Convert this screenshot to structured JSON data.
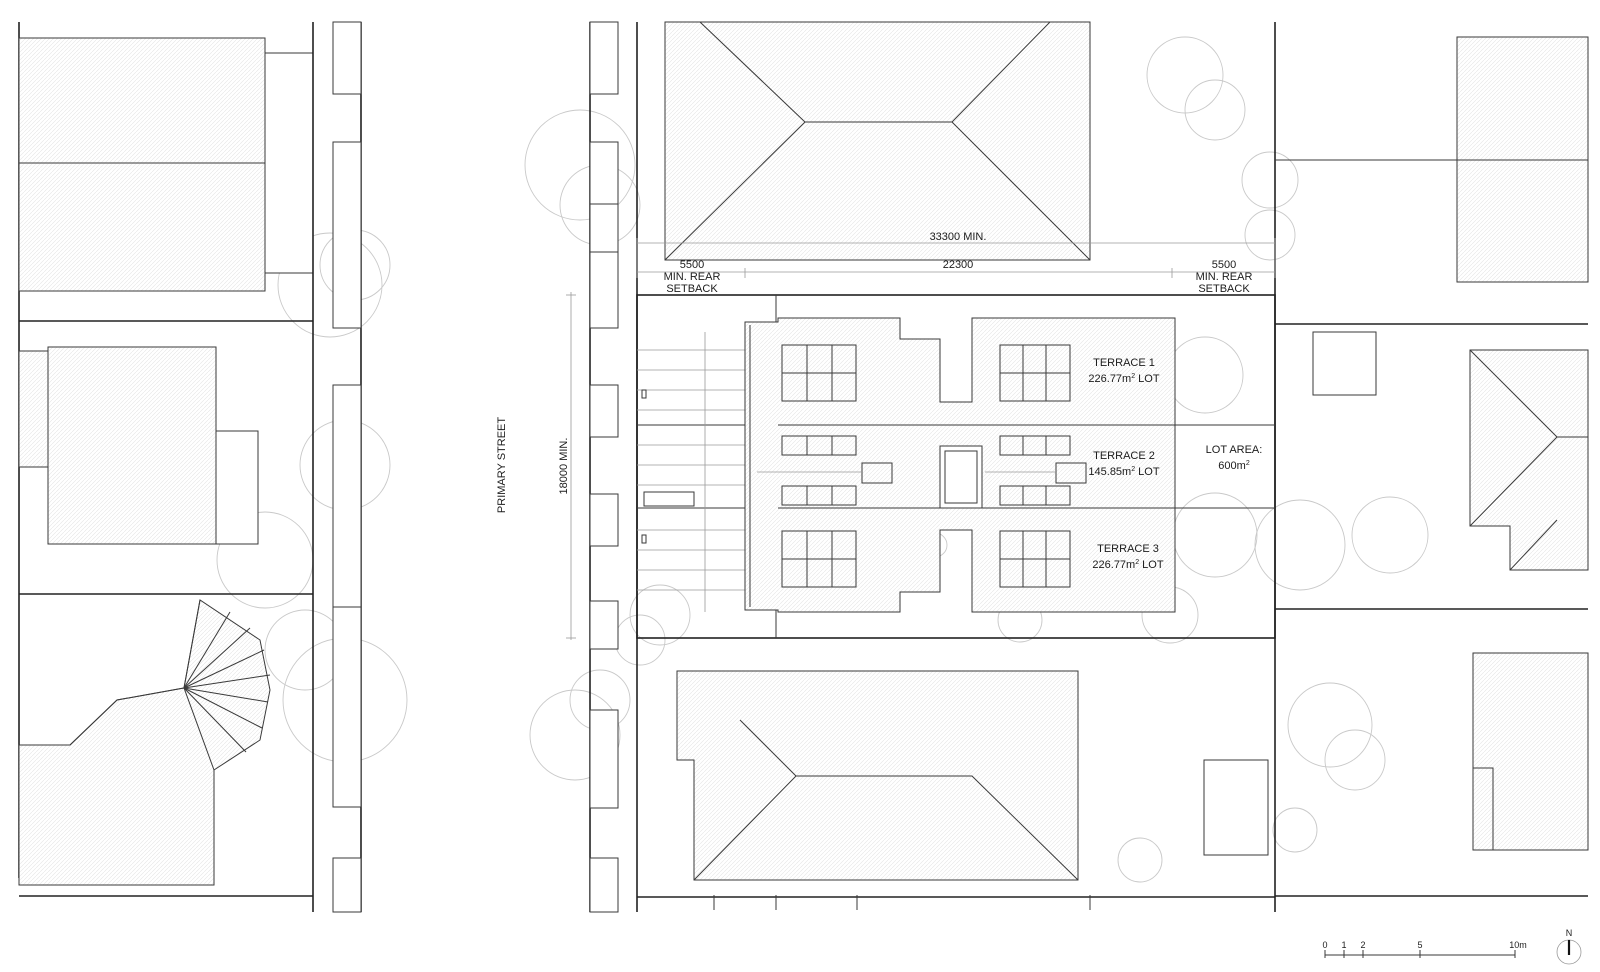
{
  "street": {
    "label": "PRIMARY STREET"
  },
  "dimensions": {
    "overall": "33300 MIN.",
    "middle": "22300",
    "setback_left": {
      "value": "5500",
      "line1": "MIN. REAR",
      "line2": "SETBACK"
    },
    "setback_right": {
      "value": "5500",
      "line1": "MIN. REAR",
      "line2": "SETBACK"
    },
    "frontage": "18000 MIN."
  },
  "terraces": [
    {
      "name": "TERRACE 1",
      "area": "226.77m",
      "sup": "2",
      "suffix": " LOT"
    },
    {
      "name": "TERRACE 2",
      "area": "145.85m",
      "sup": "2",
      "suffix": " LOT"
    },
    {
      "name": "TERRACE 3",
      "area": "226.77m",
      "sup": "2",
      "suffix": " LOT"
    }
  ],
  "lot": {
    "label": "LOT AREA:",
    "value": "600m",
    "sup": "2"
  },
  "scale_bar": {
    "ticks": [
      "0",
      "1",
      "2",
      "5",
      "10m"
    ]
  },
  "north": {
    "label": "N"
  }
}
